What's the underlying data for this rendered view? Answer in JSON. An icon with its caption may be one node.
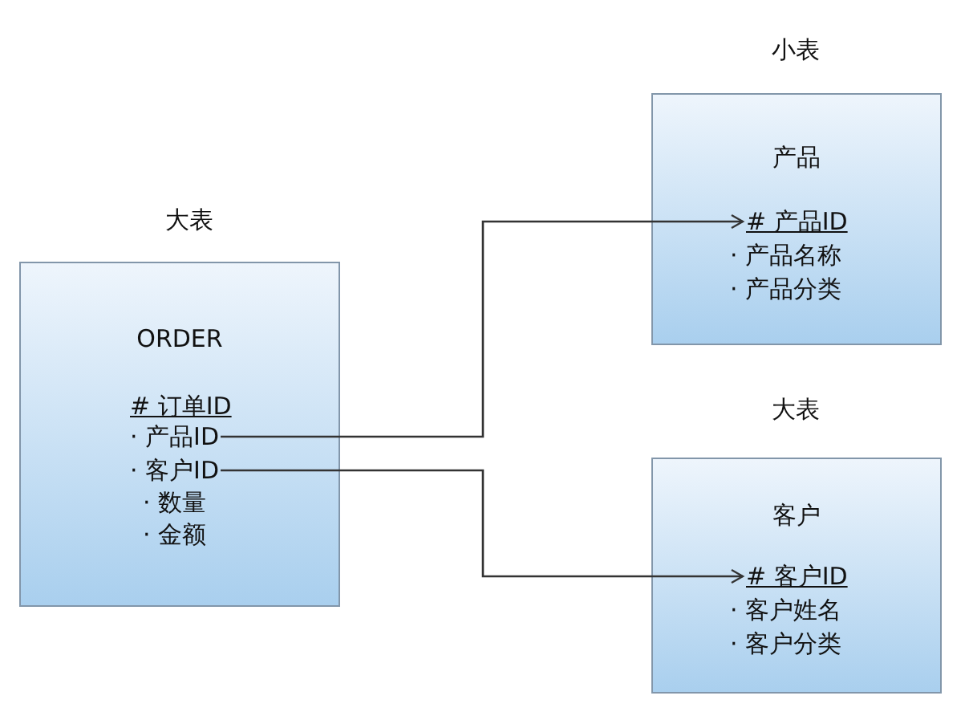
{
  "diagram": {
    "nodes": [
      {
        "text": [
          "ORDER"
        ],
        "beside": [
          "大表"
        ]
      },
      {
        "text": [
          "# 订单ID"
        ],
        "in": 0
      },
      {
        "text": [
          "· 产品ID"
        ],
        "in": 0
      },
      {
        "text": [
          "· 客户ID"
        ],
        "in": 0
      },
      {
        "text": [
          "· 数量"
        ],
        "in": 0
      },
      {
        "text": [
          "· 金额"
        ],
        "in": 0
      },
      {
        "text": [
          "产品"
        ],
        "beside": [
          "小表"
        ]
      },
      {
        "text": [
          "# 产品ID"
        ],
        "in": 6
      },
      {
        "text": [
          "· 产品名称"
        ],
        "in": 6
      },
      {
        "text": [
          "· 产品分类"
        ],
        "in": 6
      },
      {
        "text": [
          "客户"
        ],
        "beside": [
          "大表"
        ]
      },
      {
        "text": [
          "# 客户ID"
        ],
        "in": 10
      },
      {
        "text": [
          "· 客户姓名"
        ],
        "in": 10
      },
      {
        "text": [
          "· 客户分类"
        ],
        "in": 10
      }
    ],
    "edges": [
      {
        "from": 2,
        "to": 7,
        "arrow": "to"
      },
      {
        "from": 3,
        "to": 11,
        "arrow": "to"
      }
    ]
  }
}
